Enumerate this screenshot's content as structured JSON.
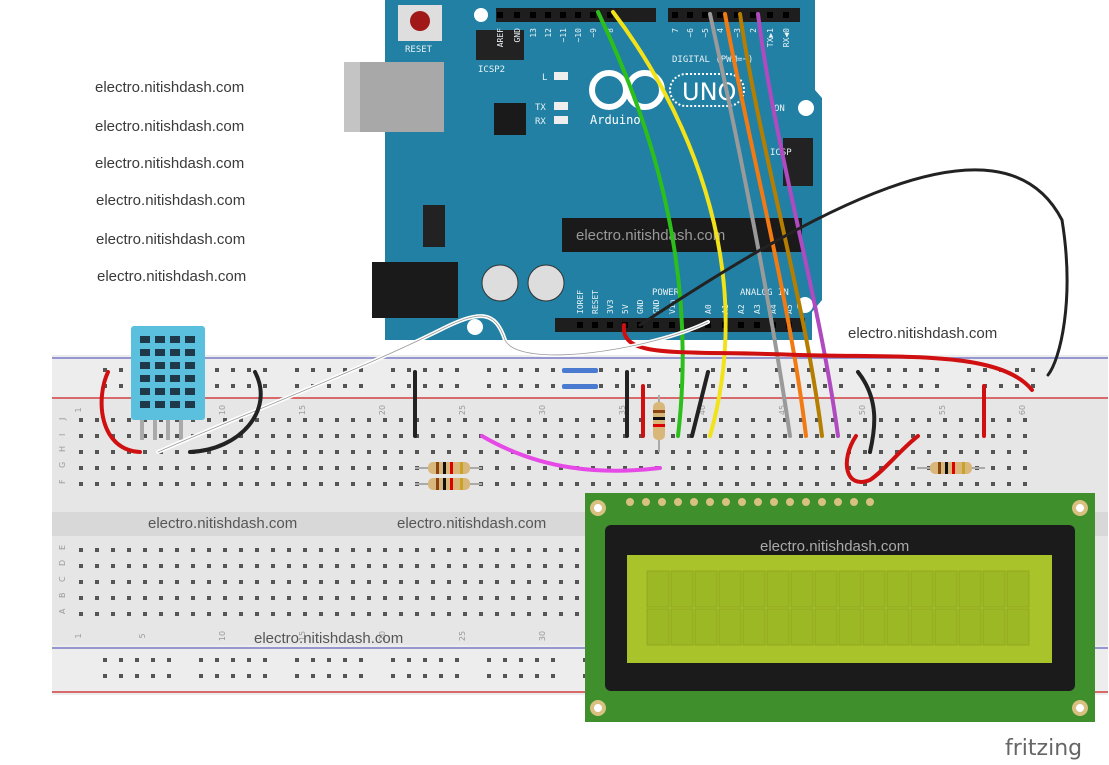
{
  "watermark": "electro.nitishdash.com",
  "arduino": {
    "reset": "RESET",
    "icsp2": "ICSP2",
    "icsp": "ICSP",
    "led_l": "L",
    "tx": "TX",
    "rx": "RX",
    "on": "ON",
    "brand": "Arduino",
    "model": "UNO",
    "digital_label": "DIGITAL (PWM=~)",
    "power_label": "POWER",
    "analog_label": "ANALOG IN",
    "top_pins": [
      "AREF",
      "GND",
      "13",
      "12",
      "~11",
      "~10",
      "~9",
      "8",
      "7",
      "~6",
      "~5",
      "4",
      "~3",
      "2",
      "TX▶1",
      "RX◀0"
    ],
    "bottom_pins": [
      "IOREF",
      "RESET",
      "3V3",
      "5V",
      "GND",
      "GND",
      "Vin",
      "A0",
      "A1",
      "A2",
      "A3",
      "A4",
      "A5"
    ]
  },
  "breadboard": {
    "row_labels_top": [
      "J",
      "I",
      "H",
      "G",
      "F"
    ],
    "row_labels_bottom": [
      "E",
      "D",
      "C",
      "B",
      "A"
    ],
    "column_numbers": [
      "1",
      "5",
      "10",
      "15",
      "20",
      "25",
      "30",
      "35",
      "40",
      "45",
      "50",
      "55",
      "60"
    ]
  },
  "colors": {
    "arduino_board": "#2180a3",
    "lcd_pcb": "#3f8f2c",
    "lcd_screen": "#a9c42b",
    "dht_sensor": "#5bc0de"
  },
  "logo": "fritzing"
}
